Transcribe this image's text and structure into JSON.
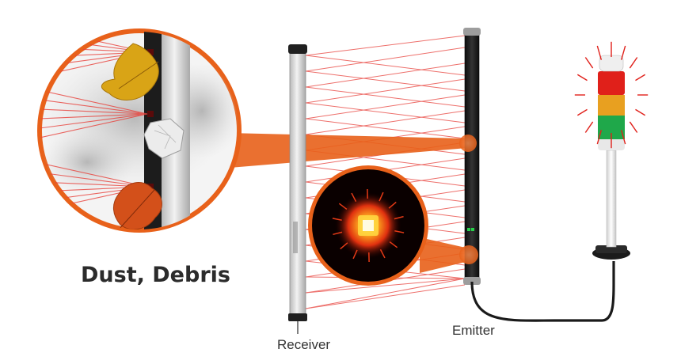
{
  "labels": {
    "dust_debris": "Dust, Debris",
    "receiver": "Receiver",
    "emitter": "Emitter"
  },
  "colors": {
    "accent_orange": "#e8611a",
    "beam_red": "#e8403a",
    "housing_silver": "#d8d8d8",
    "housing_black": "#1b1b1b",
    "signal_red": "#e0201a",
    "signal_amber": "#e8a020",
    "signal_green": "#1fa84a"
  },
  "icons": {
    "receiver": "light-curtain-receiver-icon",
    "emitter": "light-curtain-emitter-icon",
    "signal_tower": "stack-light-icon",
    "magnifier_debris": "debris-magnifier-icon",
    "magnifier_led": "led-magnifier-icon"
  }
}
